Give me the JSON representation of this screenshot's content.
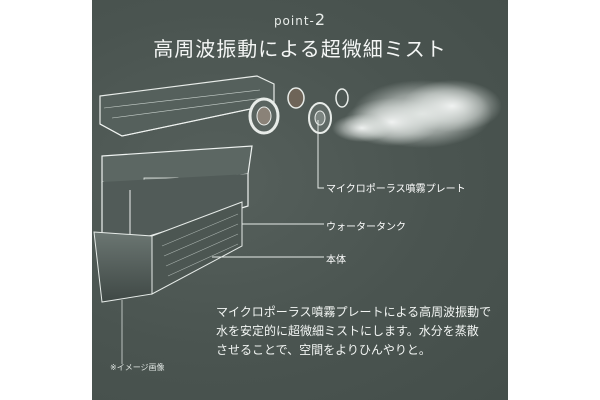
{
  "header": {
    "point_prefix": "point-",
    "point_number": "2",
    "title": "高周波振動による超微細ミスト"
  },
  "callouts": {
    "plate": "マイクロポーラス噴霧プレート",
    "tank": "ウォータータンク",
    "body": "本体"
  },
  "description": {
    "line1": "マイクロポーラス噴霧プレートによる高周波振動で",
    "line2": "水を安定的に超微細ミストにします。水分を蒸散",
    "line3": "させることで、空間をよりひんやりと。"
  },
  "note": "※イメージ画像",
  "colors": {
    "panel": "#4a5450",
    "text": "#ffffff"
  }
}
